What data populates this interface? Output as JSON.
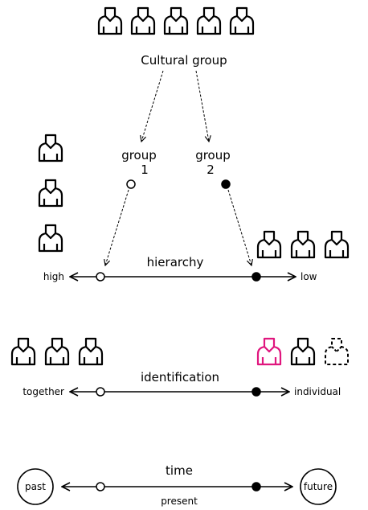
{
  "cultural_group": {
    "label": "Cultural group"
  },
  "group1": {
    "line1": "group",
    "line2": "1"
  },
  "group2": {
    "line1": "group",
    "line2": "2"
  },
  "hierarchy": {
    "title": "hierarchy",
    "left": "high",
    "right": "low"
  },
  "identification": {
    "title": "identification",
    "left": "together",
    "right": "individual"
  },
  "time": {
    "title": "time",
    "left": "past",
    "right": "future",
    "below": "present"
  },
  "colors": {
    "ink": "#000000",
    "accent": "#e0167e",
    "background": "#ffffff"
  },
  "icons": {
    "person": "person-icon",
    "dashed_person": "person-dashed-icon"
  }
}
